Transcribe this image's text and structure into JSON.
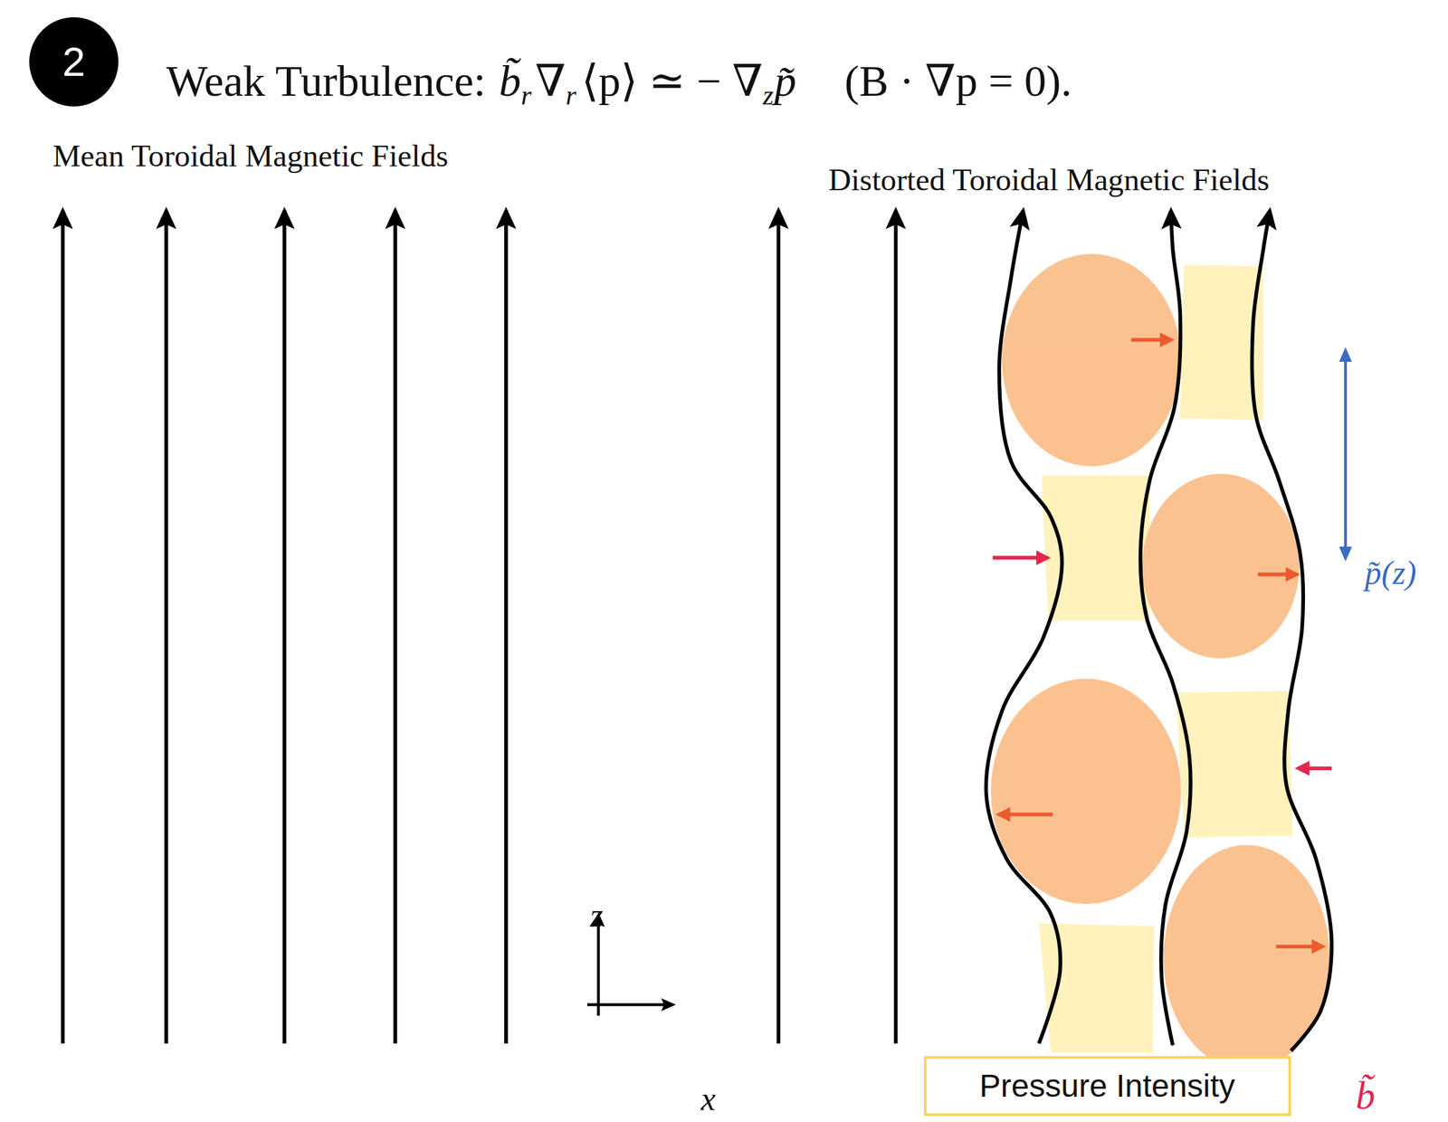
{
  "diagram": {
    "title": "Weak Turbulence:",
    "nodes": [
      {
        "text": [
          "2"
        ]
      },
      {
        "text": [
          "Pressure Intensity"
        ]
      }
    ],
    "labels": [
      "b̃",
      "r",
      "∇",
      "r",
      "⟨p⟩ ≃ − ∇",
      "z",
      "p̃",
      "(B · ∇p = 0).",
      "Mean Toroidal Magnetic Fields",
      "Distorted Toroidal Magnetic Fields",
      "z",
      "x",
      "p̃(z)",
      "b̃",
      "x"
    ]
  }
}
